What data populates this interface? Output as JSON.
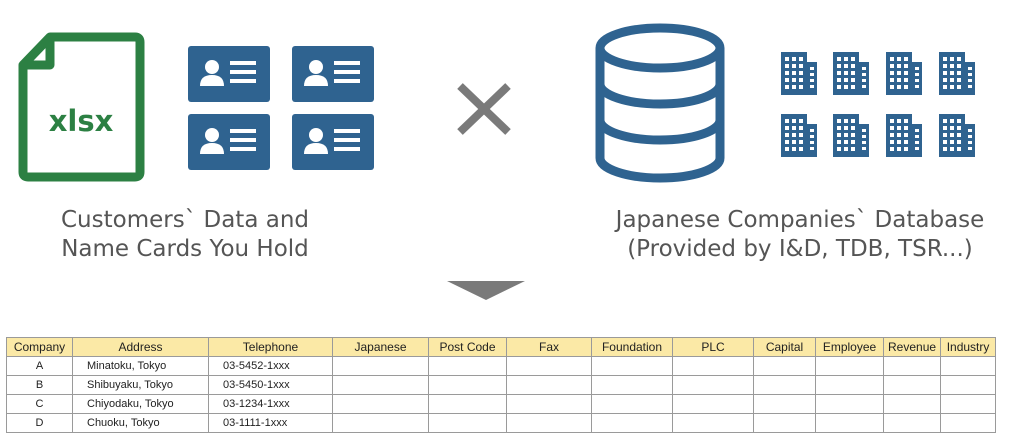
{
  "left_caption": {
    "line1": "Customers` Data and",
    "line2": "Name Cards You Hold"
  },
  "right_caption": {
    "line1": "Japanese Companies` Database",
    "line2": "(Provided by I&D, TDB, TSR...)"
  },
  "file_icon_label": "xlsx",
  "colors": {
    "green": "#2c8043",
    "blue": "#2f6390",
    "gray": "#7a7a7a",
    "header_fill": "#fbe9a6"
  },
  "table": {
    "headers": [
      "Company",
      "Address",
      "Telephone",
      "Japanese",
      "Post Code",
      "Fax",
      "Foundation",
      "PLC",
      "Capital",
      "Employee",
      "Revenue",
      "Industry"
    ],
    "rows": [
      [
        "A",
        "Minatoku, Tokyo",
        "03-5452-1xxx",
        "",
        "",
        "",
        "",
        "",
        "",
        "",
        "",
        ""
      ],
      [
        "B",
        "Shibuyaku, Tokyo",
        "03-5450-1xxx",
        "",
        "",
        "",
        "",
        "",
        "",
        "",
        "",
        ""
      ],
      [
        "C",
        "Chiyodaku, Tokyo",
        "03-1234-1xxx",
        "",
        "",
        "",
        "",
        "",
        "",
        "",
        "",
        ""
      ],
      [
        "D",
        "Chuoku, Tokyo",
        "03-1111-1xxx",
        "",
        "",
        "",
        "",
        "",
        "",
        "",
        "",
        ""
      ]
    ]
  }
}
